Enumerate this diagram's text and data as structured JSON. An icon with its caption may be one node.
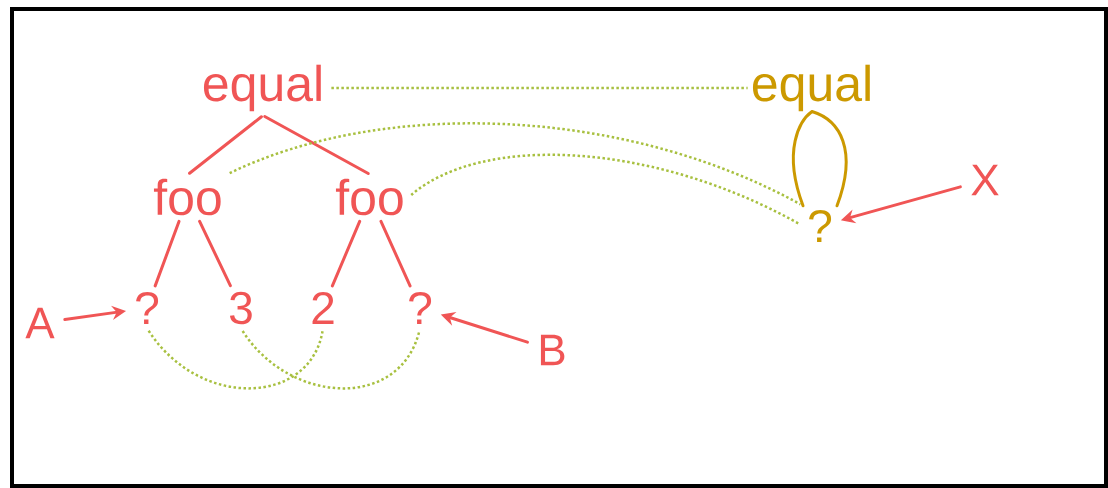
{
  "diagram": {
    "nodes": [
      {
        "text": [
          "equal"
        ]
      },
      {
        "text": [
          "foo"
        ]
      },
      {
        "text": [
          "foo"
        ]
      },
      {
        "text": [
          "?"
        ]
      },
      {
        "text": [
          "3"
        ]
      },
      {
        "text": [
          "2"
        ]
      },
      {
        "text": [
          "?"
        ]
      },
      {
        "text": [
          "equal"
        ]
      },
      {
        "text": [
          "?"
        ]
      },
      {
        "text": [
          "A"
        ]
      },
      {
        "text": [
          "B"
        ]
      },
      {
        "text": [
          "X"
        ]
      }
    ],
    "edges": [
      {
        "from": 0,
        "to": 1,
        "arrow": "none"
      },
      {
        "from": 0,
        "to": 2,
        "arrow": "none"
      },
      {
        "from": 1,
        "to": 3,
        "arrow": "none"
      },
      {
        "from": 1,
        "to": 4,
        "arrow": "none"
      },
      {
        "from": 2,
        "to": 5,
        "arrow": "none"
      },
      {
        "from": 2,
        "to": 6,
        "arrow": "none"
      },
      {
        "from": 7,
        "to": 8,
        "arrow": "none",
        "color": "#cc9900"
      },
      {
        "from": 0,
        "to": 7,
        "arrow": "none",
        "style": "dashed",
        "color": "#a8c040"
      },
      {
        "from": 1,
        "to": 8,
        "arrow": "none",
        "style": "dashed",
        "color": "#a8c040"
      },
      {
        "from": 2,
        "to": 8,
        "arrow": "none",
        "style": "dashed",
        "color": "#a8c040"
      },
      {
        "from": 3,
        "to": 5,
        "arrow": "none",
        "style": "dashed",
        "color": "#a8c040"
      },
      {
        "from": 4,
        "to": 6,
        "arrow": "none",
        "style": "dashed",
        "color": "#a8c040"
      },
      {
        "from": 9,
        "to": 3,
        "arrow": "to"
      },
      {
        "from": 10,
        "to": 6,
        "arrow": "to"
      },
      {
        "from": 11,
        "to": 8,
        "arrow": "to"
      }
    ]
  }
}
